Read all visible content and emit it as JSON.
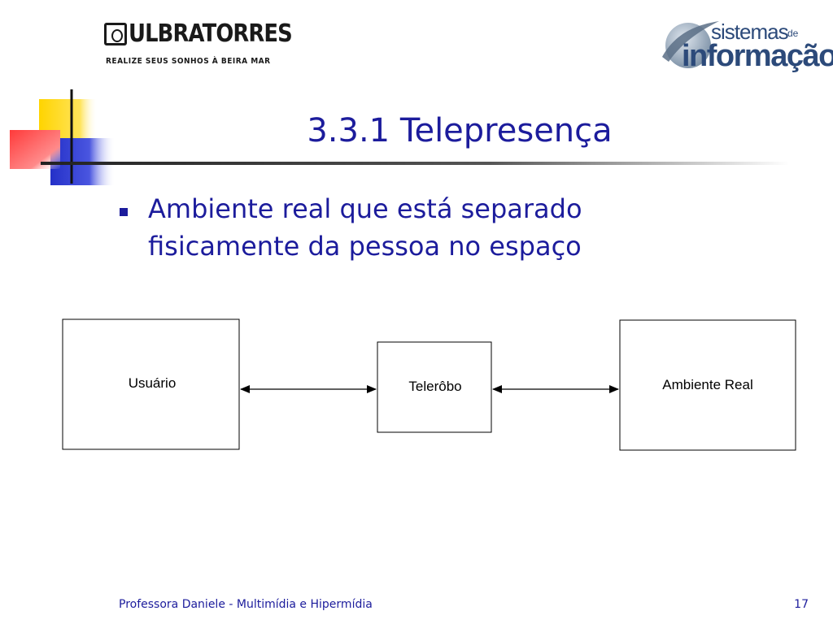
{
  "header": {
    "logo_left": {
      "name": "ULBRATORRES",
      "tagline": "REALIZE SEUS SONHOS À BEIRA MAR"
    },
    "logo_right": {
      "word1": "sistemas",
      "word_de": "de",
      "word2": "informação"
    }
  },
  "slide": {
    "title": "3.3.1 Telepresença",
    "bullets": [
      {
        "lines": [
          "Ambiente real que está separado",
          "fisicamente da pessoa no espaço"
        ]
      }
    ]
  },
  "diagram": {
    "nodes": {
      "user": "Usuário",
      "robot": "Telerôbo",
      "environment": "Ambiente Real"
    }
  },
  "footer": {
    "credit": "Professora Daniele - Multimídia e Hipermídia",
    "page_number": "17"
  },
  "colors": {
    "text_blue": "#1c1c9c",
    "deco_yellow": "#ffd400",
    "deco_blue": "#2430c8",
    "deco_red": "#ff3a3a"
  }
}
